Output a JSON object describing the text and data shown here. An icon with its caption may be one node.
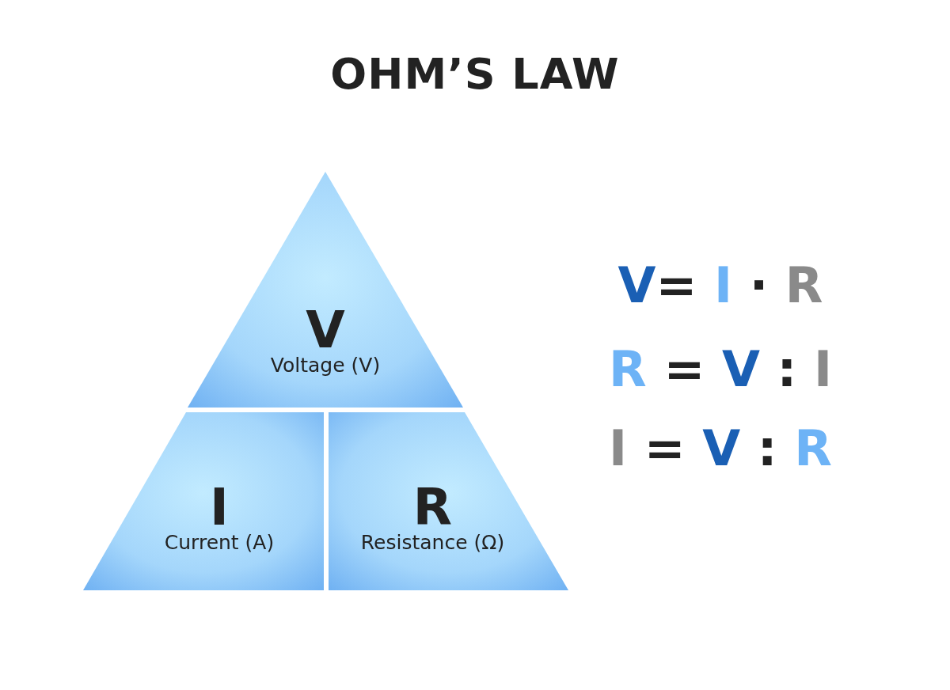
{
  "diagram": {
    "title": "OHM’S LAW",
    "nodes": [
      {
        "text": [
          "V",
          "Voltage (V)"
        ]
      },
      {
        "text": [
          "I",
          "Current (A)"
        ]
      },
      {
        "text": [
          "R",
          "Resistance (Ω)"
        ]
      }
    ],
    "labels": [
      "V= I · R",
      "R = V : I",
      "I = V : R"
    ]
  }
}
